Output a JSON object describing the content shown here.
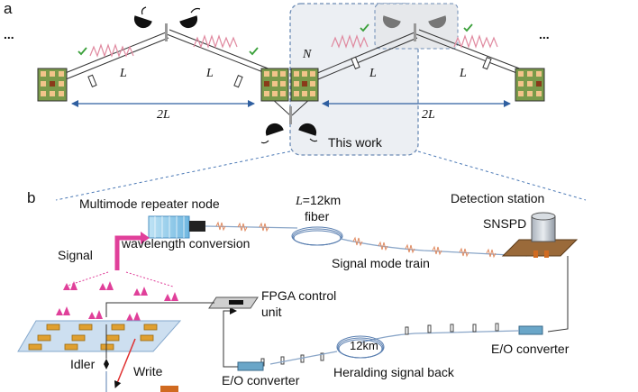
{
  "panel_a": {
    "label": "a",
    "dots": "...",
    "length_label": "L",
    "spacing_label": "2L",
    "node_label": "N",
    "highlight_label": "This work",
    "checkmark": "✓"
  },
  "panel_b": {
    "label": "b",
    "repeater_title": "Multimode repeater node",
    "wavelength_conversion": "wavelength conversion",
    "signal": "Signal",
    "idler": "Idler",
    "write": "Write",
    "fiber_length": "=12km",
    "fiber_length_symbol": "L",
    "fiber": "fiber",
    "mode_train": "Signal mode train",
    "detection_station": "Detection station",
    "snspd": "SNSPD",
    "fpga_line1": "FPGA control",
    "fpga_line2": "unit",
    "eo_right": "E/O converter",
    "eo_left": "E/O converter",
    "coil_label": "12km",
    "heralding": "Heralding signal back"
  },
  "colors": {
    "node_green": "#7a9a4a",
    "node_pad": "#f2c48a",
    "node_dark": "#8a3a1a",
    "photon_pink": "#e0709a",
    "link_blue": "#5a7fb0",
    "highlight_fill": "#eceff3",
    "check_green": "#3aa03a",
    "signal_magenta": "#e0409a"
  }
}
